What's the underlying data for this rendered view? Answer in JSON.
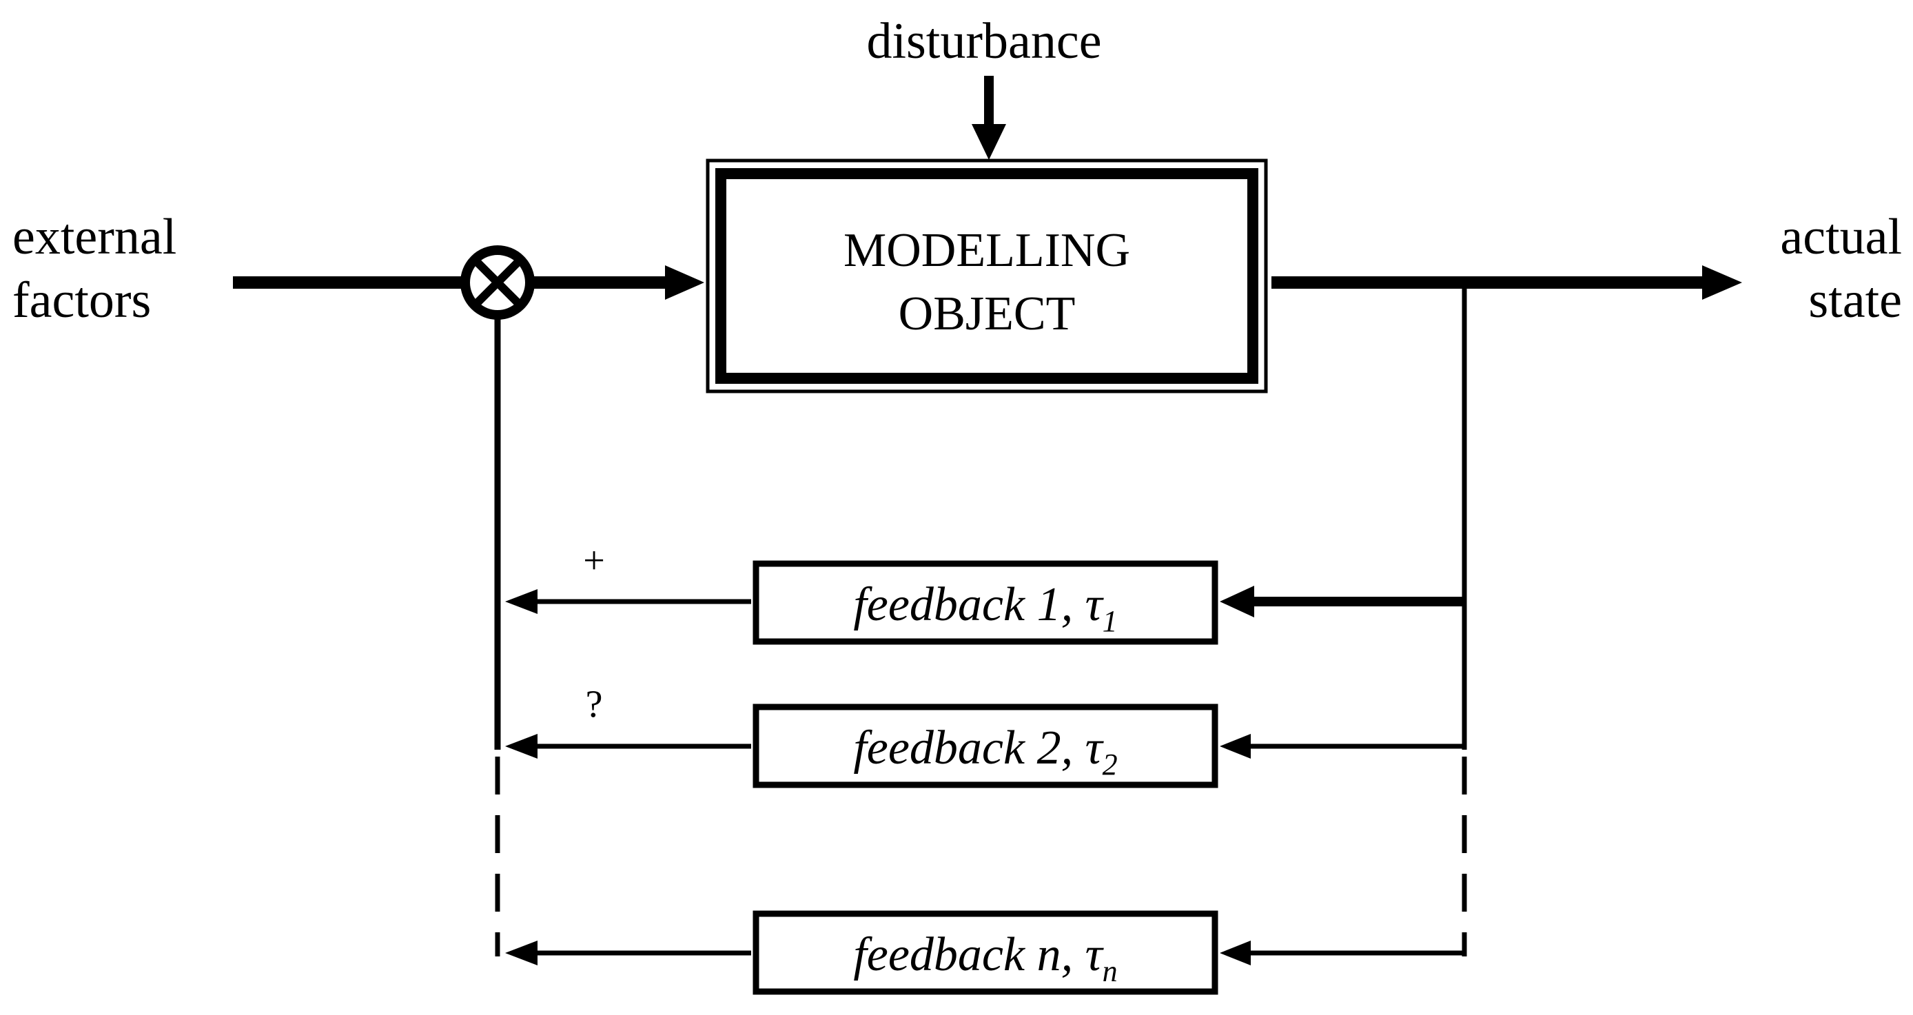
{
  "labels": {
    "disturbance": "disturbance",
    "external_line1": "external",
    "external_line2": "factors",
    "actual_line1": "actual",
    "actual_line2": "state",
    "object_line1": "MODELLING",
    "object_line2": "OBJECT",
    "sign_plus": "+",
    "sign_question": "?"
  },
  "feedbacks": [
    {
      "text": "feedback 1, ",
      "tau": "τ",
      "sub": "1"
    },
    {
      "text": "feedback 2, ",
      "tau": "τ",
      "sub": "2"
    },
    {
      "text": "feedback n, ",
      "tau": "τ",
      "sub": "n"
    }
  ],
  "icons": {
    "summing_junction": "circle-cross-icon"
  },
  "colors": {
    "line": "#000000",
    "background": "#ffffff"
  }
}
